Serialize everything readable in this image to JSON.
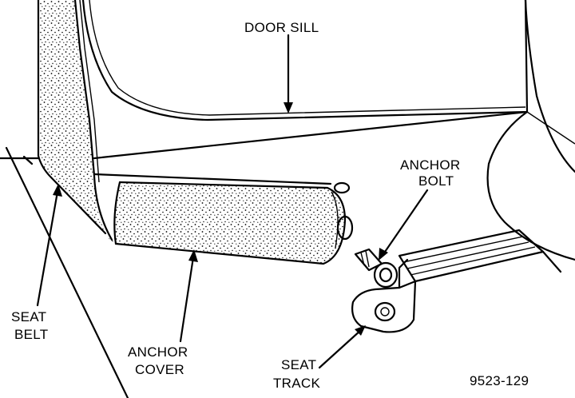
{
  "labels": {
    "door_sill": "DOOR SILL",
    "anchor_bolt_line1": "ANCHOR",
    "anchor_bolt_line2": "BOLT",
    "seat_belt_line1": "SEAT",
    "seat_belt_line2": "BELT",
    "anchor_cover_line1": "ANCHOR",
    "anchor_cover_line2": "COVER",
    "seat_track_line1": "SEAT",
    "seat_track_line2": "TRACK",
    "figure_id": "9523-129"
  },
  "colors": {
    "ink": "#000000",
    "paper": "#ffffff"
  }
}
